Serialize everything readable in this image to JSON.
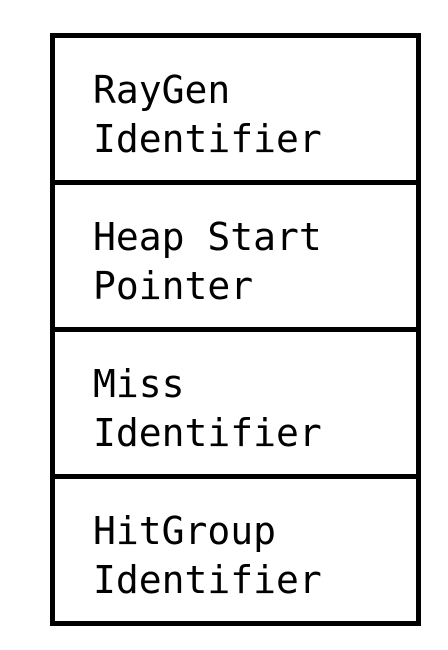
{
  "cells": [
    {
      "line1": "RayGen",
      "line2": "Identifier"
    },
    {
      "line1": "Heap Start",
      "line2": "Pointer"
    },
    {
      "line1": "Miss",
      "line2": "Identifier"
    },
    {
      "line1": "HitGroup",
      "line2": "Identifier"
    }
  ]
}
